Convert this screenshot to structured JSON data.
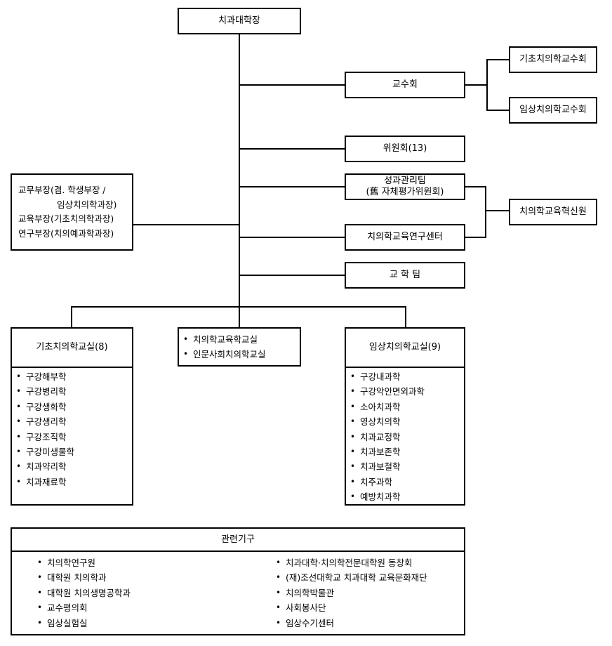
{
  "dean": "치과대학장",
  "faculty_council": "교수회",
  "basic_faculty_council": "기초치의학교수회",
  "clinical_faculty_council": "임상치의학교수회",
  "committees": "위원회(13)",
  "performance_team": {
    "line1": "성과관리팀",
    "line2": "(舊 자체평가위원회)"
  },
  "education_research_center": "치의학교육연구센터",
  "innovation_institute": "치의학교육혁신원",
  "academic_team": "교 학 팀",
  "vice_deans": {
    "line1": "교무부장(겸. 학생부장 /",
    "line2": "임상치의학과장)",
    "line3": "교육부장(기초치의학과장)",
    "line4": "연구부장(치의예과학과장)"
  },
  "basic_dept": {
    "title": "기초치의학교실(8)",
    "items": [
      "구강해부학",
      "구강병리학",
      "구강생화학",
      "구강생리학",
      "구강조직학",
      "구강미생물학",
      "치과약리학",
      "치과재료학"
    ]
  },
  "middle_dept": {
    "items": [
      "치의학교육학교실",
      "인문사회치의학교실"
    ]
  },
  "clinical_dept": {
    "title": "임상치의학교실(9)",
    "items": [
      "구강내과학",
      "구강악안면외과학",
      "소아치과학",
      "영상치의학",
      "치과교정학",
      "치과보존학",
      "치과보철학",
      "치주과학",
      "예방치과학"
    ]
  },
  "related": {
    "title": "관련기구",
    "left": [
      "치의학연구원",
      "대학원 치의학과",
      "대학원 치의생명공학과",
      "교수평의회",
      "임상실험실"
    ],
    "right": [
      "치과대학·치의학전문대학원 동창회",
      "(재)조선대학교 치과대학 교육문화재단",
      "치의학박물관",
      "사회봉사단",
      "임상수기센터"
    ]
  }
}
